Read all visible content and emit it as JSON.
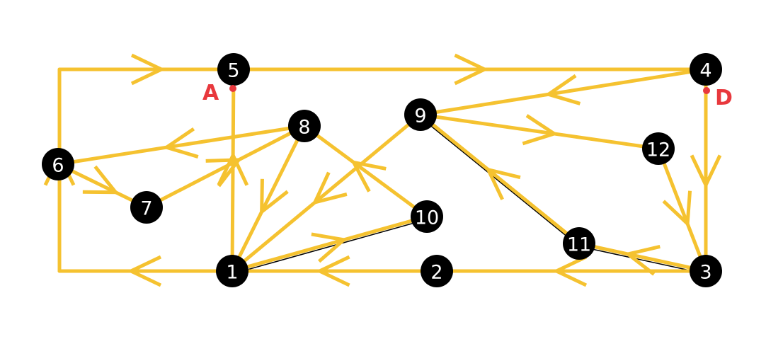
{
  "diagram": {
    "type": "directed-graph",
    "edge_color": "#f5c230",
    "node_color": "#000000",
    "point_color": "#e8383d",
    "nodes": [
      "1",
      "2",
      "3",
      "4",
      "5",
      "6",
      "7",
      "8",
      "9",
      "10",
      "11",
      "12"
    ],
    "points": [
      {
        "label": "A",
        "near_node": "5"
      },
      {
        "label": "D",
        "near_node": "4"
      }
    ],
    "edges": [
      {
        "from": "3",
        "to": "2"
      },
      {
        "from": "2",
        "to": "1"
      },
      {
        "from": "1",
        "to": "corner-bottom-left"
      },
      {
        "from": "corner-bottom-left",
        "to": "corner-top-left"
      },
      {
        "from": "corner-top-left",
        "to": "5"
      },
      {
        "from": "5",
        "to": "4"
      },
      {
        "from": "4",
        "to": "3"
      },
      {
        "from": "1",
        "to": "5"
      },
      {
        "from": "8",
        "to": "1"
      },
      {
        "from": "8",
        "to": "6"
      },
      {
        "from": "6",
        "to": "7"
      },
      {
        "from": "7",
        "to": "8"
      },
      {
        "from": "10",
        "to": "8"
      },
      {
        "from": "9",
        "to": "1"
      },
      {
        "from": "1",
        "to": "10"
      },
      {
        "from": "11",
        "to": "9"
      },
      {
        "from": "4",
        "to": "9"
      },
      {
        "from": "9",
        "to": "12"
      },
      {
        "from": "12",
        "to": "3"
      },
      {
        "from": "3",
        "to": "11"
      }
    ],
    "thin_edges": [
      {
        "from": "1",
        "to": "10"
      },
      {
        "from": "11",
        "to": "3"
      },
      {
        "from": "9",
        "to": "11"
      }
    ]
  }
}
